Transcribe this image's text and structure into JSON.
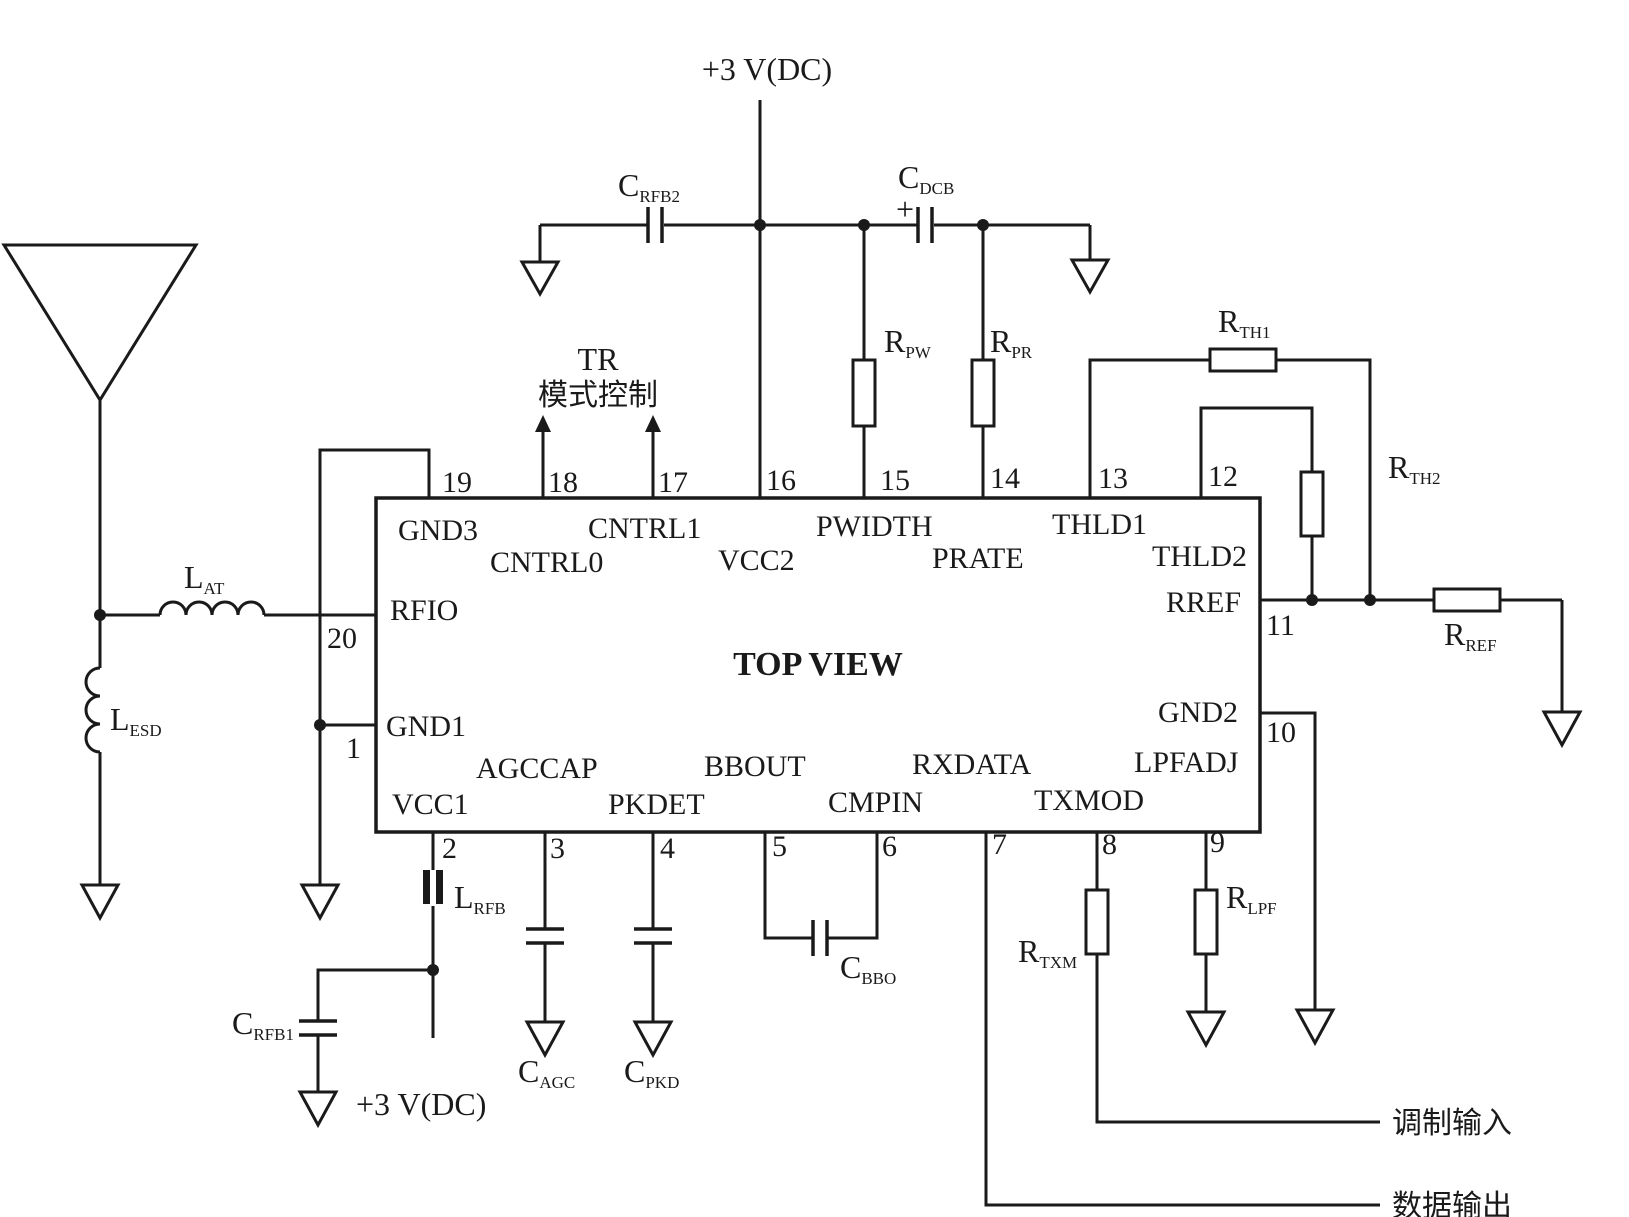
{
  "chip": {
    "title": "TOP VIEW",
    "top_pins": [
      {
        "num": "19",
        "signal": "GND3"
      },
      {
        "num": "18",
        "signal": "CNTRL0"
      },
      {
        "num": "17",
        "signal": "CNTRL1"
      },
      {
        "num": "16",
        "signal": "VCC2"
      },
      {
        "num": "15",
        "signal": "PWIDTH"
      },
      {
        "num": "14",
        "signal": "PRATE"
      },
      {
        "num": "13",
        "signal": "THLD1"
      },
      {
        "num": "12",
        "signal": "THLD2"
      }
    ],
    "left_pins": [
      {
        "num": "20",
        "signal": "RFIO"
      },
      {
        "num": "1",
        "signal": "GND1"
      }
    ],
    "right_pins": [
      {
        "num": "11",
        "signal": "RREF"
      },
      {
        "num": "10",
        "signal": "GND2"
      }
    ],
    "bottom_pins": [
      {
        "num": "2",
        "signal": "VCC1"
      },
      {
        "num": "3",
        "signal": "AGCCAP"
      },
      {
        "num": "4",
        "signal": "PKDET"
      },
      {
        "num": "5",
        "signal": "BBOUT"
      },
      {
        "num": "6",
        "signal": "CMPIN"
      },
      {
        "num": "7",
        "signal": "RXDATA"
      },
      {
        "num": "8",
        "signal": "TXMOD"
      },
      {
        "num": "9",
        "signal": "LPFADJ"
      }
    ]
  },
  "supply": {
    "top": "+3 V(DC)",
    "bottom": "+3 V(DC)"
  },
  "tr_control": {
    "line1": "TR",
    "line2": "模式控制"
  },
  "outputs": {
    "modulation_input": "调制输入",
    "data_output": "数据输出"
  },
  "components": {
    "C_RFB2": {
      "main": "C",
      "sub": "RFB2"
    },
    "C_DCB": {
      "main": "C",
      "sub": "DCB",
      "polarity": "+"
    },
    "R_PW": {
      "main": "R",
      "sub": "PW"
    },
    "R_PR": {
      "main": "R",
      "sub": "PR"
    },
    "R_TH1": {
      "main": "R",
      "sub": "TH1"
    },
    "R_TH2": {
      "main": "R",
      "sub": "TH2"
    },
    "R_REF": {
      "main": "R",
      "sub": "REF"
    },
    "L_AT": {
      "main": "L",
      "sub": "AT"
    },
    "L_ESD": {
      "main": "L",
      "sub": "ESD"
    },
    "L_RFB": {
      "main": "L",
      "sub": "RFB"
    },
    "C_RFB1": {
      "main": "C",
      "sub": "RFB1"
    },
    "C_AGC": {
      "main": "C",
      "sub": "AGC"
    },
    "C_PKD": {
      "main": "C",
      "sub": "PKD"
    },
    "C_BBO": {
      "main": "C",
      "sub": "BBO"
    },
    "R_TXM": {
      "main": "R",
      "sub": "TXM"
    },
    "R_LPF": {
      "main": "R",
      "sub": "LPF"
    }
  }
}
